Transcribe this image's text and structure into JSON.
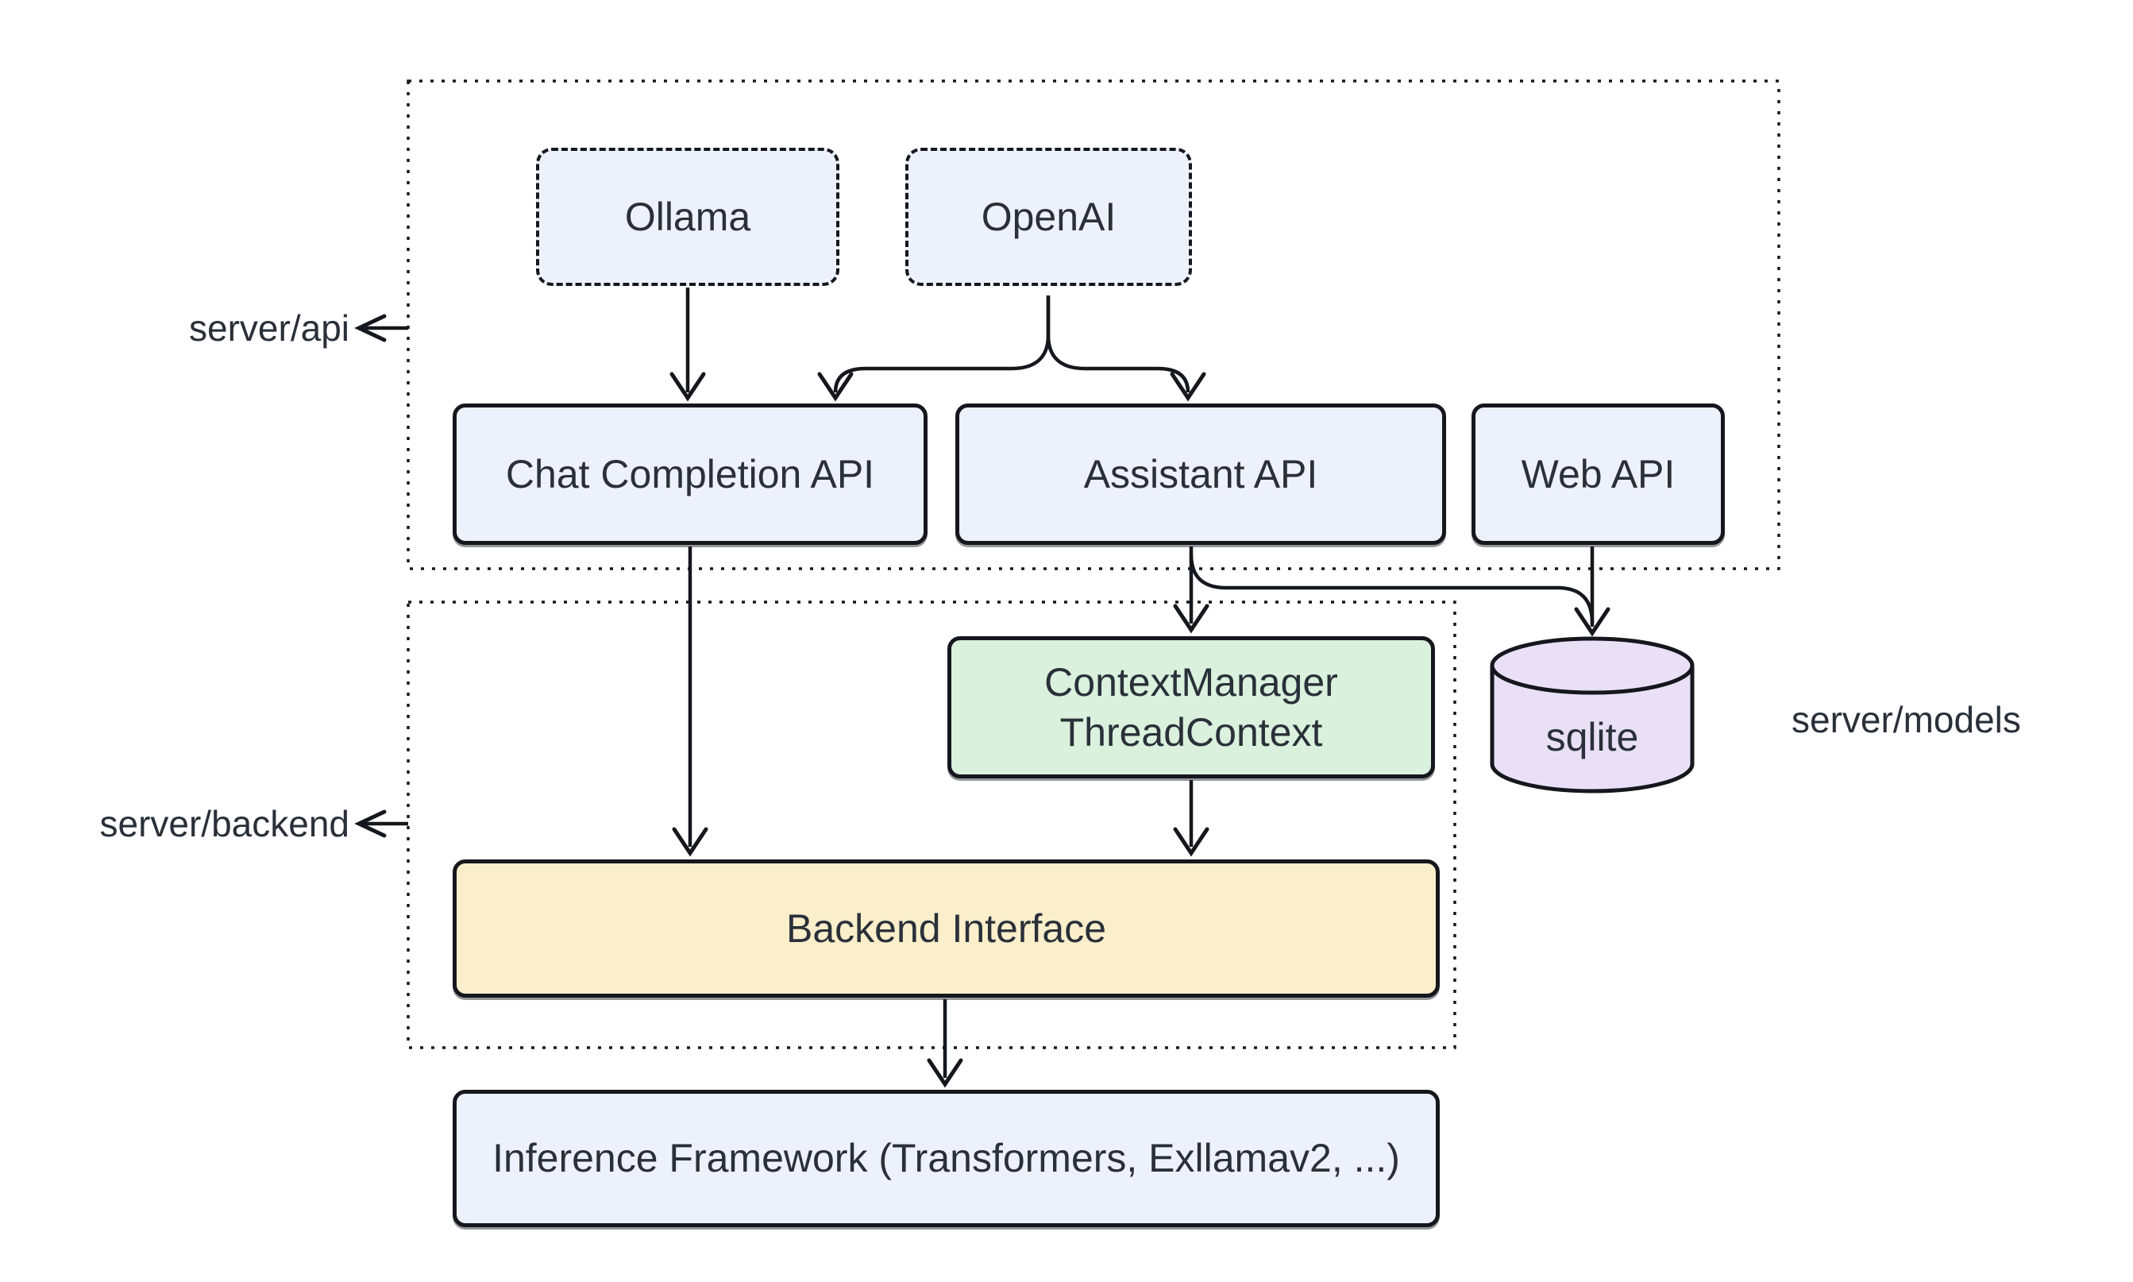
{
  "groups": {
    "api": {
      "label": "server/api"
    },
    "backend": {
      "label": "server/backend"
    },
    "models": {
      "label": "server/models"
    }
  },
  "nodes": {
    "ollama": {
      "label": "Ollama"
    },
    "openai": {
      "label": "OpenAI"
    },
    "chat_api": {
      "label": "Chat Completion API"
    },
    "assistant_api": {
      "label": "Assistant API"
    },
    "web_api": {
      "label": "Web API"
    },
    "context_manager": {
      "line1": "ContextManager",
      "line2": "ThreadContext"
    },
    "sqlite": {
      "label": "sqlite"
    },
    "backend_interface": {
      "label": "Backend Interface"
    },
    "inference": {
      "label": "Inference Framework (Transformers, Exllamav2, ...)"
    }
  },
  "edges": [
    {
      "from": "Ollama",
      "to": "Chat Completion API"
    },
    {
      "from": "OpenAI",
      "to": "Chat Completion API"
    },
    {
      "from": "OpenAI",
      "to": "Assistant API"
    },
    {
      "from": "Chat Completion API",
      "to": "Backend Interface"
    },
    {
      "from": "Assistant API",
      "to": "ContextManager ThreadContext"
    },
    {
      "from": "Assistant API",
      "to": "sqlite"
    },
    {
      "from": "Web API",
      "to": "sqlite"
    },
    {
      "from": "ContextManager ThreadContext",
      "to": "Backend Interface"
    },
    {
      "from": "Backend Interface",
      "to": "Inference Framework (Transformers, Exllamav2, ...)"
    }
  ],
  "colors": {
    "node_blue": "#edf1fb",
    "node_green": "#d9f1dd",
    "node_yellow": "#faeecb",
    "node_purple": "#e9e0f8",
    "border": "#15171d",
    "text": "#2a3039",
    "bg": "#ffffff"
  }
}
